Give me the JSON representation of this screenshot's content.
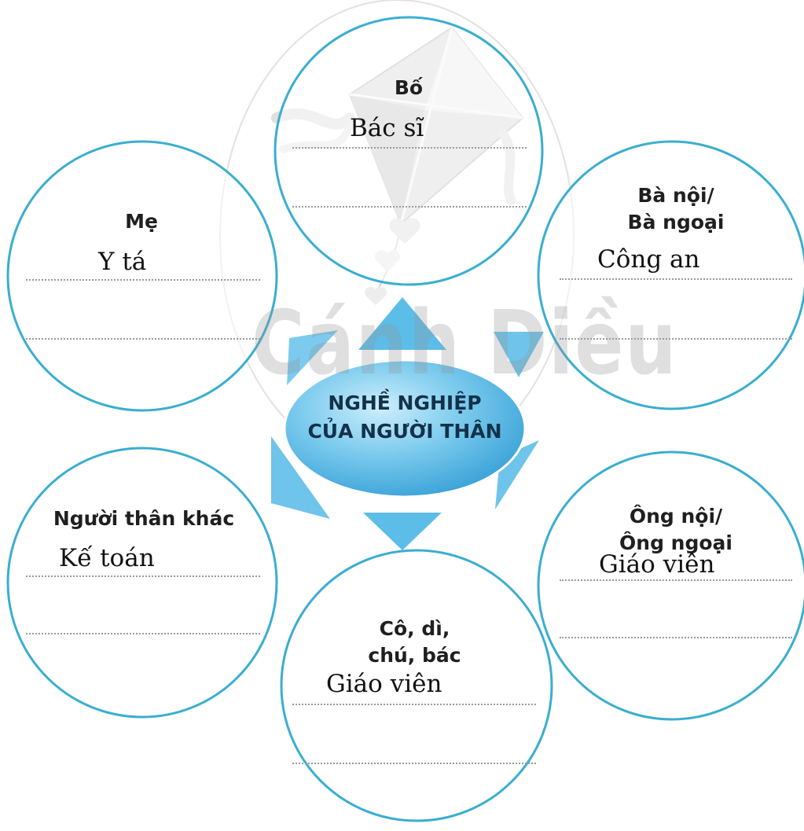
{
  "watermark": "Cánh Diều",
  "center": {
    "line1": "NGHỀ NGHIỆP",
    "line2": "CỦA NGƯỜI THÂN"
  },
  "circles": {
    "father": {
      "label": "Bố",
      "answer": "Bác sĩ"
    },
    "mother": {
      "label": "Mẹ",
      "answer": "Y tá"
    },
    "grandmother": {
      "label_line1": "Bà nội/",
      "label_line2": "Bà ngoại",
      "answer": "Công an"
    },
    "grandfather": {
      "label_line1": "Ông nội/",
      "label_line2": "Ông ngoại",
      "answer": "Giáo viên"
    },
    "aunt_uncle": {
      "label_line1": "Cô, dì,",
      "label_line2": "chú, bác",
      "answer": "Giáo viên"
    },
    "other": {
      "label": "Người thân khác",
      "answer": "Kế toán"
    }
  },
  "colors": {
    "circle_stroke": "#3aaed0",
    "arrow": "#5bbde8",
    "ellipse_light": "#bfe6f6",
    "ellipse_dark": "#2f9fd6"
  }
}
